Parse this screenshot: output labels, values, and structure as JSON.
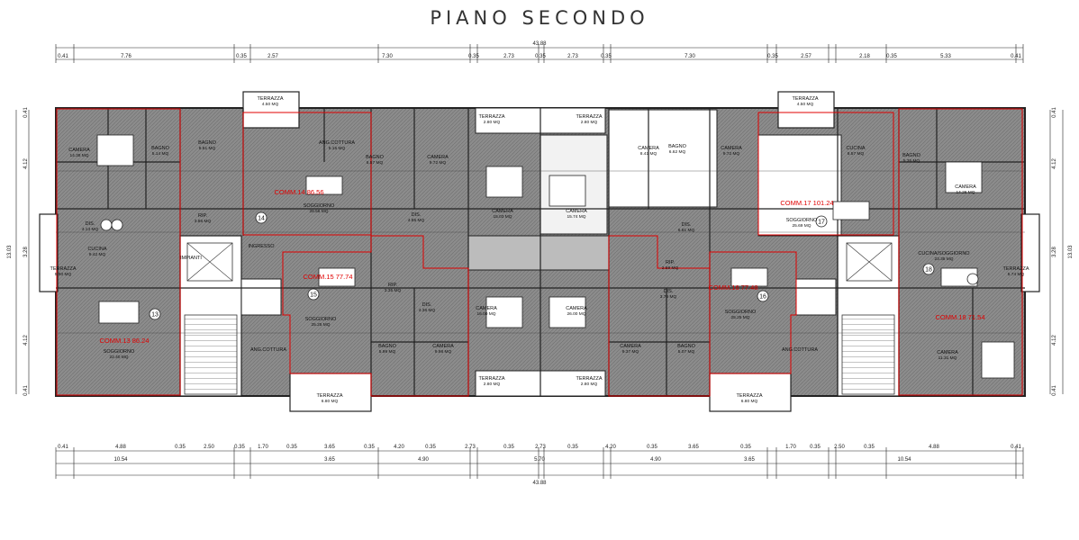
{
  "title": "PIANO SECONDO",
  "top_dims": {
    "total": "43.88",
    "segments": [
      "0.41",
      "7.76",
      "0.35",
      "2.57",
      "7.30",
      "0.35",
      "2.73",
      "0.35",
      "2.73",
      "0.35",
      "7.30",
      "0.35",
      "2.57",
      "2.18",
      "0.35",
      "5.33",
      "0.41"
    ]
  },
  "bottom_dims": {
    "row1": [
      "0.41",
      "4.88",
      "0.35",
      "2.50",
      "0.35",
      "1.70",
      "0.35",
      "3.65",
      "0.35",
      "4.20",
      "0.35",
      "2.73",
      "0.35",
      "2.73",
      "0.35",
      "4.20",
      "0.35",
      "3.65",
      "0.35",
      "1.70",
      "0.35",
      "2.50",
      "0.35",
      "4.88",
      "0.41"
    ],
    "row2": [
      "10.54",
      "3.65",
      "4.90",
      "5.70",
      "4.90",
      "3.65",
      "10.54"
    ],
    "total": "43.88"
  },
  "side_dims": {
    "left": [
      "0.41",
      "4.12",
      "3.28",
      "4.12",
      "0.41"
    ],
    "left_total": "13.03",
    "right": [
      "0.41",
      "4.12",
      "3.28",
      "4.12",
      "0.41"
    ],
    "right_total": "13.03"
  },
  "units": [
    {
      "label": "COMM.13  86.24",
      "circle": "13"
    },
    {
      "label": "COMM.14  86.56",
      "circle": "14"
    },
    {
      "label": "COMM.15  77.74",
      "circle": "15"
    },
    {
      "label": "COMM.16  77.48",
      "circle": "16"
    },
    {
      "label": "COMM.17  101.24",
      "circle": "17"
    },
    {
      "label": "COMM.18  71.54",
      "circle": "18"
    }
  ],
  "rooms": [
    {
      "name": "CAMERA",
      "area": "14.38 MQ"
    },
    {
      "name": "BAGNO",
      "area": "5.14 MQ"
    },
    {
      "name": "BAGNO",
      "area": "6.61 MQ"
    },
    {
      "name": "TERRAZZA",
      "area": "4.50 MQ"
    },
    {
      "name": "ANG.COTTURA",
      "area": "5.15 MQ"
    },
    {
      "name": "BAGNO",
      "area": "6.57 MQ"
    },
    {
      "name": "CAMERA",
      "area": "9.72 MQ"
    },
    {
      "name": "SOGGIORNO",
      "area": "28.56 MQ"
    },
    {
      "name": "DIS.",
      "area": "4.13 MQ"
    },
    {
      "name": "RIP.",
      "area": "3.86 MQ"
    },
    {
      "name": "DIS.",
      "area": "4.85 MQ"
    },
    {
      "name": "TERRAZZA",
      "area": "2.80 MQ"
    },
    {
      "name": "TERRAZZA",
      "area": "2.80 MQ"
    },
    {
      "name": "CAMERA",
      "area": "15.03 MQ"
    },
    {
      "name": "CAMERA",
      "area": "15.74 MQ"
    },
    {
      "name": "CAMERA",
      "area": "8.41 MQ"
    },
    {
      "name": "BAGNO",
      "area": "6.62 MQ"
    },
    {
      "name": "CAMERA",
      "area": "9.72 MQ"
    },
    {
      "name": "TERRAZZA",
      "area": "4.50 MQ"
    },
    {
      "name": "CUCINA",
      "area": "6.57 MQ"
    },
    {
      "name": "BAGNO",
      "area": "5.35 MQ"
    },
    {
      "name": "DIS.",
      "area": "6.81 MQ"
    },
    {
      "name": "SOGGIORNO",
      "area": "25.69 MQ"
    },
    {
      "name": "CAMERA",
      "area": "14.26 MQ"
    },
    {
      "name": "CUCINA",
      "area": "9.42 MQ"
    },
    {
      "name": "INGRESSO",
      "area": ""
    },
    {
      "name": "IMPIANTI",
      "area": ""
    },
    {
      "name": "TERRAZZA",
      "area": "5.90 MQ"
    },
    {
      "name": "RIP.",
      "area": "3.35 MQ"
    },
    {
      "name": "RIP.",
      "area": "2.59 MQ"
    },
    {
      "name": "CUCINA/SOGGIORNO",
      "area": "23.35 MQ"
    },
    {
      "name": "TERRAZZA",
      "area": "5.74 MQ"
    },
    {
      "name": "DIS.",
      "area": "4.36 MQ"
    },
    {
      "name": "CAMERA",
      "area": "16.00 MQ"
    },
    {
      "name": "CAMERA",
      "area": "26.00 MQ"
    },
    {
      "name": "DIS.",
      "area": "3.78 MQ"
    },
    {
      "name": "SOGGIORNO",
      "area": "25.25 MQ"
    },
    {
      "name": "SOGGIORNO",
      "area": "25.25 MQ"
    },
    {
      "name": "SOGGIORNO",
      "area": "22.40 MQ"
    },
    {
      "name": "ANG.COTTURA",
      "area": ""
    },
    {
      "name": "ANG.COTTURA",
      "area": ""
    },
    {
      "name": "BAGNO",
      "area": "5.99 MQ"
    },
    {
      "name": "CAMERA",
      "area": "9.98 MQ"
    },
    {
      "name": "CAMERA",
      "area": "9.37 MQ"
    },
    {
      "name": "BAGNO",
      "area": "5.07 MQ"
    },
    {
      "name": "CAMERA",
      "area": "11.31 MQ"
    },
    {
      "name": "TERRAZZA",
      "area": "2.80 MQ"
    },
    {
      "name": "TERRAZZA",
      "area": "2.80 MQ"
    },
    {
      "name": "TERRAZZA",
      "area": "6.80 MQ"
    },
    {
      "name": "TERRAZZA",
      "area": "6.80 MQ"
    }
  ]
}
